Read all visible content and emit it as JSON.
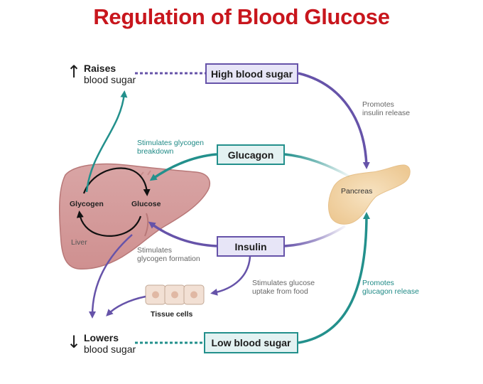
{
  "title": "Regulation of Blood Glucose",
  "boxes": {
    "high": "High blood sugar",
    "glucagon": "Glucagon",
    "insulin": "Insulin",
    "low": "Low blood sugar"
  },
  "raises": {
    "arrow": "↑",
    "line1": "Raises",
    "line2": "blood sugar"
  },
  "lowers": {
    "arrow": "↓",
    "line1": "Lowers",
    "line2": "blood sugar"
  },
  "labels": {
    "promotes_insulin_1": "Promotes",
    "promotes_insulin_2": "insulin release",
    "promotes_glucagon_1": "Promotes",
    "promotes_glucagon_2": "glucagon release",
    "stim_breakdown_1": "Stimulates glycogen",
    "stim_breakdown_2": "breakdown",
    "stim_formation_1": "Stimulates",
    "stim_formation_2": "glycogen formation",
    "stim_uptake_1": "Stimulates glucose",
    "stim_uptake_2": "uptake from food",
    "pancreas": "Pancreas",
    "glycogen": "Glycogen",
    "glucose": "Glucose",
    "liver": "Liver",
    "tissue_cells": "Tissue cells"
  },
  "colors": {
    "title": "#c8161d",
    "purple": "#6653a9",
    "teal": "#23908c",
    "liver": "#d39a9a",
    "pancreas": "#f3d9b1"
  }
}
